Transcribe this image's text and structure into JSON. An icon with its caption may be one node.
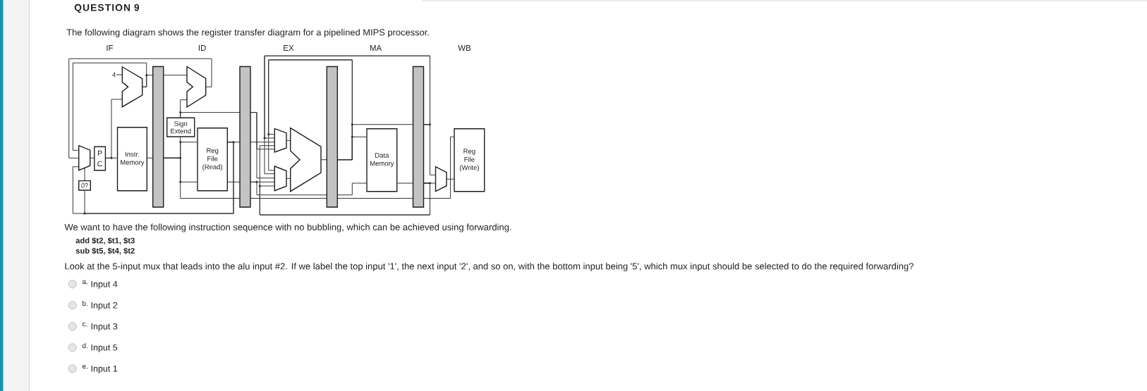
{
  "diagram": {
    "title": "QUESTION 9",
    "nodes": [
      {
        "text": [
          "4"
        ]
      },
      {
        "text": [],
        "shape": "adder"
      },
      {
        "text": [],
        "shape": "trapezoid"
      },
      {
        "text": [
          "P C"
        ]
      },
      {
        "text": [
          "Instr. Memory"
        ]
      },
      {
        "text": [
          "0?"
        ]
      },
      {
        "text": [],
        "shape": "bar"
      },
      {
        "text": [],
        "shape": "adder"
      },
      {
        "text": [
          "Sign Extend"
        ]
      },
      {
        "text": [
          "Reg File (Read)"
        ]
      },
      {
        "text": [],
        "shape": "bar"
      },
      {
        "text": [],
        "shape": "trapezoid"
      },
      {
        "text": [],
        "shape": "trapezoid"
      },
      {
        "text": [],
        "shape": "alu"
      },
      {
        "text": [],
        "shape": "bar"
      },
      {
        "text": [
          "Data Memory"
        ]
      },
      {
        "text": [],
        "shape": "bar"
      },
      {
        "text": [],
        "shape": "trapezoid"
      },
      {
        "text": [
          "Reg File (Write)"
        ]
      }
    ],
    "edges": [
      {
        "from": 0,
        "to": 1,
        "arrow": "none"
      },
      {
        "from": 3,
        "to": 1,
        "arrow": "none"
      },
      {
        "from": 3,
        "to": 4,
        "arrow": "none"
      },
      {
        "from": 1,
        "to": 6,
        "arrow": "none"
      },
      {
        "from": 1,
        "to": 2,
        "arrow": "none"
      },
      {
        "from": 2,
        "to": 3,
        "arrow": "none"
      },
      {
        "from": 4,
        "to": 6,
        "arrow": "none"
      },
      {
        "from": 6,
        "to": 7,
        "arrow": "none"
      },
      {
        "from": 7,
        "to": 2,
        "arrow": "none"
      },
      {
        "from": 6,
        "to": 8,
        "arrow": "none"
      },
      {
        "from": 6,
        "to": 9,
        "arrow": "none"
      },
      {
        "from": 6,
        "to": 9,
        "arrow": "none"
      },
      {
        "from": 6,
        "to": 10,
        "arrow": "none"
      },
      {
        "from": 8,
        "to": 7,
        "arrow": "none"
      },
      {
        "from": 8,
        "to": 10,
        "arrow": "none"
      },
      {
        "from": 9,
        "to": 10,
        "arrow": "none"
      },
      {
        "from": 9,
        "to": 10,
        "arrow": "none"
      },
      {
        "from": 9,
        "to": 5,
        "arrow": "none"
      },
      {
        "from": 9,
        "to": 2,
        "arrow": "none"
      },
      {
        "from": 10,
        "to": 11,
        "arrow": "none"
      },
      {
        "from": 10,
        "to": 11,
        "arrow": "none"
      },
      {
        "from": 10,
        "to": 12,
        "arrow": "none"
      },
      {
        "from": 10,
        "to": 12,
        "arrow": "none"
      },
      {
        "from": 10,
        "to": 14,
        "arrow": "none"
      },
      {
        "from": 10,
        "to": 14,
        "arrow": "none"
      },
      {
        "from": 11,
        "to": 13,
        "arrow": "none"
      },
      {
        "from": 12,
        "to": 13,
        "arrow": "none"
      },
      {
        "from": 13,
        "to": 14,
        "arrow": "none"
      },
      {
        "from": 14,
        "to": 15,
        "arrow": "none"
      },
      {
        "from": 14,
        "to": 16,
        "arrow": "none"
      },
      {
        "from": 14,
        "to": 11,
        "arrow": "none"
      },
      {
        "from": 14,
        "to": 12,
        "arrow": "none"
      },
      {
        "from": 14,
        "to": 15,
        "arrow": "none"
      },
      {
        "from": 14,
        "to": 16,
        "arrow": "none"
      },
      {
        "from": 15,
        "to": 16,
        "arrow": "none"
      },
      {
        "from": 16,
        "to": 17,
        "arrow": "none"
      },
      {
        "from": 16,
        "to": 17,
        "arrow": "none"
      },
      {
        "from": 16,
        "to": 11,
        "arrow": "none"
      },
      {
        "from": 16,
        "to": 12,
        "arrow": "none"
      },
      {
        "from": 16,
        "to": 11,
        "arrow": "none"
      },
      {
        "from": 16,
        "to": 12,
        "arrow": "none"
      },
      {
        "from": 16,
        "to": 18,
        "arrow": "none"
      },
      {
        "from": 17,
        "to": 18,
        "arrow": "none"
      },
      {
        "from": 5,
        "to": 2,
        "arrow": "none"
      }
    ],
    "labels": [
      "The following diagram shows the register transfer diagram for a pipelined MIPS processor.",
      "IF",
      "ID",
      "EX",
      "MA",
      "WB",
      "We want to have the following instruction sequence with no bubbling, which can be achieved using forwarding.",
      "add $t2, $t1, $t3",
      "sub $t5, $t4, $t2",
      "Look at the 5-input mux that leads into the alu input #2.  If we label the top input '1', the next input '2', and so on, with the bottom input being '5', which mux input should be selected to do the required forwarding?",
      "a.",
      "Input 4",
      "b.",
      "Input 2",
      "c.",
      "Input 3",
      "d.",
      "Input 5",
      "e.",
      "Input 1"
    ]
  }
}
